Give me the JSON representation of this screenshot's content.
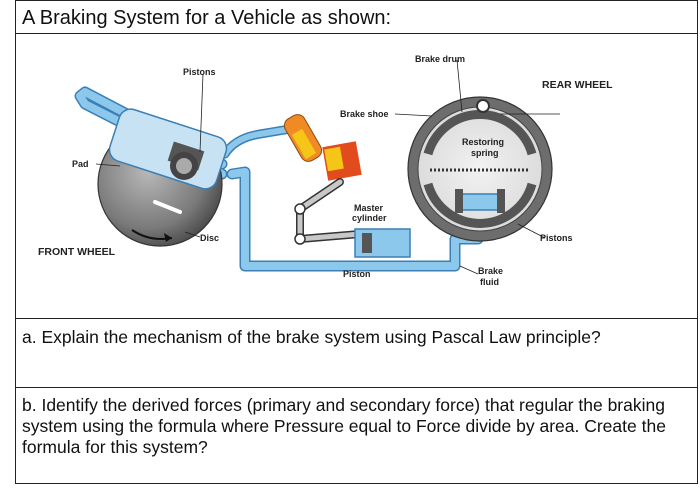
{
  "title": "A Braking System for a Vehicle as shown:",
  "diagram": {
    "labels": {
      "pistons_left": "Pistons",
      "brake_drum": "Brake drum",
      "rear_wheel": "REAR WHEEL",
      "brake_shoe": "Brake shoe",
      "restoring_spring_line1": "Restoring",
      "restoring_spring_line2": "spring",
      "pad": "Pad",
      "master_cylinder_line1": "Master",
      "master_cylinder_line2": "cylinder",
      "disc": "Disc",
      "pistons_right": "Pistons",
      "front_wheel": "FRONT WHEEL",
      "piston": "Piston",
      "brake_fluid_line1": "Brake",
      "brake_fluid_line2": "fluid"
    },
    "colors": {
      "fluid_pipe": "#8cc8ec",
      "pipe_outline": "#3b7fb5",
      "disc": "#8a8a8a",
      "drum": "#6d6d6d",
      "pedal_orange": "#f08a24",
      "pedal_yellow": "#f5c518"
    }
  },
  "questions": {
    "a": "a. Explain the mechanism of the brake system using Pascal Law principle?",
    "b": "b. Identify the derived forces (primary and secondary force) that regular the braking system using the formula where Pressure equal to Force divide by area. Create the formula for this system?"
  }
}
